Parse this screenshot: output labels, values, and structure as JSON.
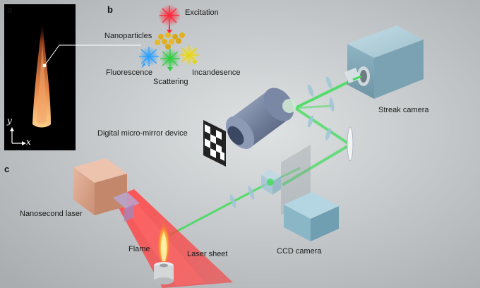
{
  "panels": {
    "a": "a",
    "b": "b",
    "c": "c"
  },
  "axes": {
    "y": "y",
    "x": "x"
  },
  "labels": {
    "excitation": "Excitation",
    "nanoparticles": "Nanoparticles",
    "fluorescence": "Fluorescence",
    "scattering": "Scattering",
    "incandesence": "Incandesence",
    "streak_camera": "Streak camera",
    "dmd": "Digital micro-mirror device",
    "nanosecond_laser": "Nanosecond laser",
    "flame": "Flame",
    "laser_sheet": "Laser sheet",
    "ccd_camera": "CCD camera"
  },
  "colors": {
    "beam_green": "#3fdc5a",
    "laser_red": "#ff3a3a",
    "excitation_red": "#ff2a3a",
    "fluorescence_blue": "#2aa0ff",
    "scattering_green": "#2ecc40",
    "incandesence_yellow": "#f2e21a",
    "nanoparticle_gold": "#e0b020",
    "streak_camera_blue": "#8fb5c4",
    "laser_box": "#d9a48a"
  }
}
